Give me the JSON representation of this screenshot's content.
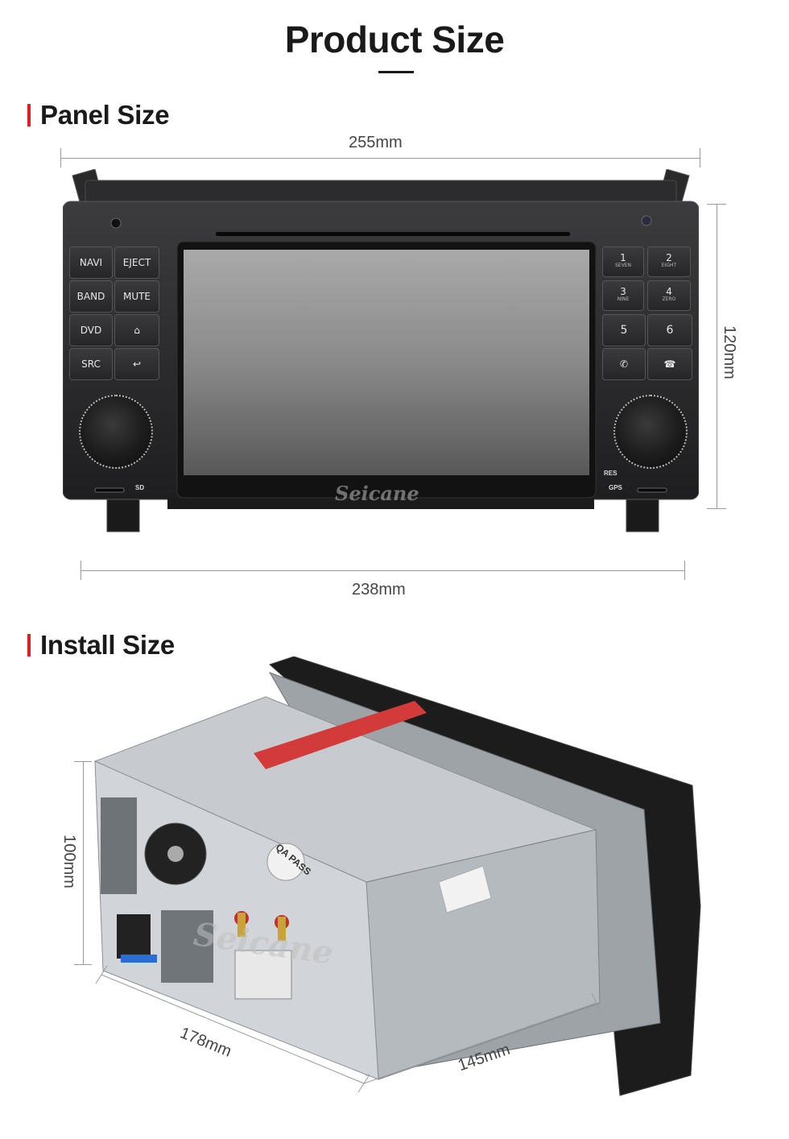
{
  "page": {
    "title": "Product Size",
    "panel_heading": "Panel Size",
    "install_heading": "Install Size"
  },
  "colors": {
    "accent": "#e02020",
    "text": "#1a1a1a"
  },
  "panel": {
    "width_top": "255mm",
    "width_bottom": "238mm",
    "height": "120mm",
    "watermark": "Seicane",
    "left_buttons": [
      {
        "a": "NAVI",
        "b": "EJECT"
      },
      {
        "a": "BAND",
        "b": "MUTE"
      },
      {
        "a": "DVD",
        "b": "home-icon"
      },
      {
        "a": "SRC",
        "b": "back-icon"
      }
    ],
    "right_buttons": [
      {
        "a": "1",
        "a_sub": "SEVEN",
        "b": "2",
        "b_sub": "EIGHT"
      },
      {
        "a": "3",
        "a_sub": "NINE",
        "b": "4",
        "b_sub": "ZERO"
      },
      {
        "a": "5",
        "a_sub": "",
        "b": "6",
        "b_sub": ""
      },
      {
        "a": "phone-answer-icon",
        "a_sub": "",
        "b": "phone-hangup-icon",
        "b_sub": ""
      }
    ],
    "sd_label": "SD",
    "gps_label": "GPS",
    "res_label": "RES"
  },
  "install": {
    "height": "100mm",
    "width": "178mm",
    "depth": "145mm",
    "watermark": "Seicane",
    "qa_label": "QA PASS"
  }
}
